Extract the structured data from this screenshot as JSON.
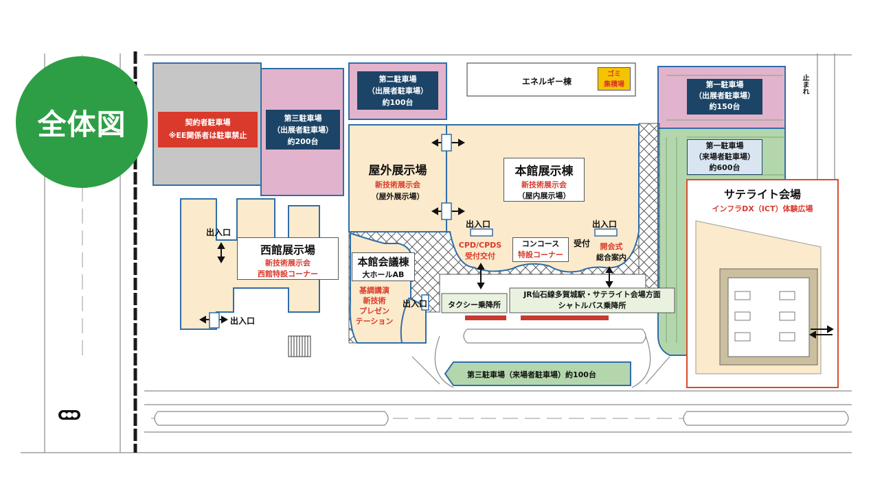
{
  "badge": {
    "label": "全体図"
  },
  "colors": {
    "gray_lot": "#c6c6c6",
    "pink_lot": "#e2b3cc",
    "green_lot": "#b4d6ac",
    "exhibit_fill": "#fbeacb",
    "navy_label": "#1c4466",
    "red_label": "#d93a2c",
    "green_badge": "#2e9e46"
  },
  "areas": {
    "contractor_parking": {
      "title": "契約者駐車場",
      "note": "※EE関係者は駐車禁止"
    },
    "parking3_exhibitor": {
      "line1": "第三駐車場",
      "line2": "（出展者駐車場）",
      "line3": "約200台"
    },
    "parking2_exhibitor": {
      "line1": "第二駐車場",
      "line2": "（出展者駐車場）",
      "line3": "約100台"
    },
    "energy_building": {
      "label": "エネルギー棟"
    },
    "garbage": {
      "line1": "ゴミ",
      "line2": "集積場"
    },
    "parking1_exhibitor": {
      "line1": "第一駐車場",
      "line2": "（出展者駐車場）",
      "line3": "約150台"
    },
    "parking1_visitor": {
      "line1": "第一駐車場",
      "line2": "（来場者駐車場）",
      "line3": "約600台"
    },
    "stop_sign": {
      "label": "止まれ"
    },
    "outdoor_exhibit": {
      "title": "屋外展示場",
      "sub": "新技術展示会",
      "detail": "（屋外展示場）"
    },
    "main_exhibit": {
      "title": "本館展示棟",
      "sub": "新技術展示会",
      "detail": "（屋内展示場）"
    },
    "west_exhibit": {
      "title": "西館展示場",
      "sub1": "新技術展示会",
      "sub2": "西館特設コーナー"
    },
    "conference": {
      "title": "本館会議棟",
      "sub": "大ホールAB",
      "r1": "基調講演",
      "r2": "新技術",
      "r3": "プレゼン",
      "r4": "テーション"
    },
    "cpd": {
      "line1": "CPD/CPDS",
      "line2": "受付交付"
    },
    "concourse": {
      "line1": "コンコース",
      "line2": "特設コーナー"
    },
    "reception": {
      "label": "受付"
    },
    "opening": {
      "line1": "開会式",
      "line2": "総合案内"
    },
    "taxi": {
      "label": "タクシー乗降所"
    },
    "shuttle": {
      "line1": "JR仙石線多賀城駅・サテライト会場方面",
      "line2": "シャトルバス乗降所"
    },
    "parking3_visitor": {
      "label": "第三駐車場（来場者駐車場）約100台"
    },
    "satellite": {
      "title": "サテライト会場",
      "sub": "インフラDX（ICT）体験広場"
    }
  },
  "entrances": {
    "west_top": "出入口",
    "west_bottom": "出入口",
    "main_left": "出入口",
    "main_right": "出入口",
    "conference": "出入口"
  }
}
